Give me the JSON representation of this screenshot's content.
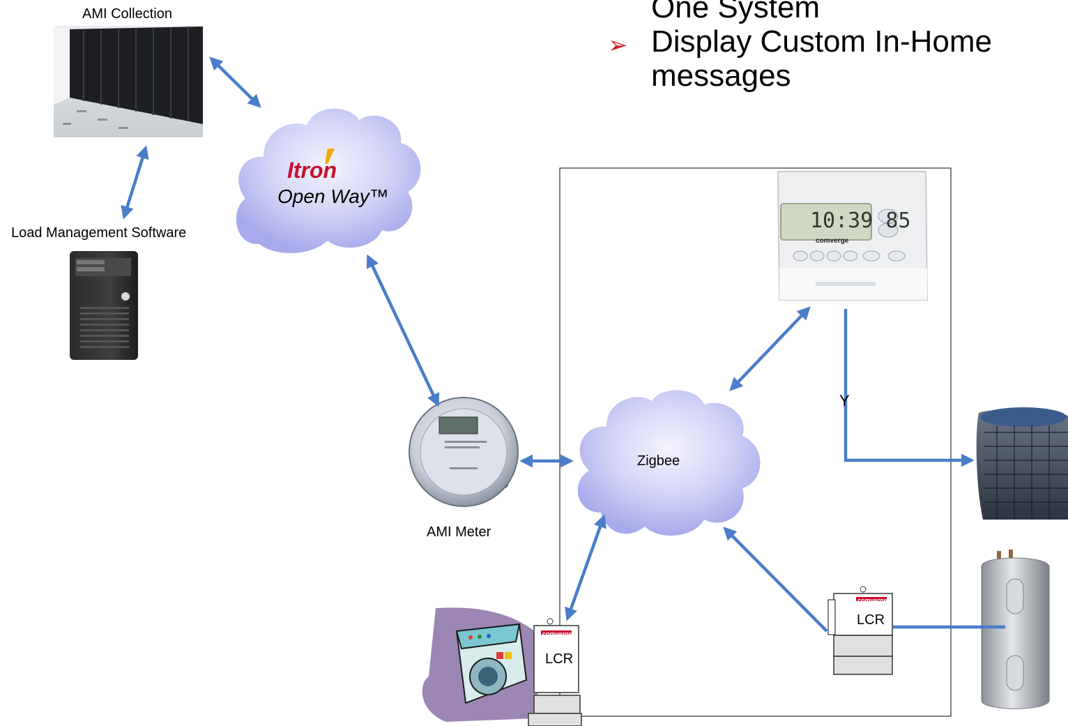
{
  "bullets": [
    {
      "marker": "",
      "text": "One System"
    },
    {
      "marker": "➢",
      "text": "Display Custom In-Home messages"
    }
  ],
  "labels": {
    "ami_collection": "AMI Collection",
    "load_management": "Load Management Software",
    "network_brand": "Itron",
    "network_name": "Open Way™",
    "ami_meter": "AMI Meter",
    "home_network": "Zigbee",
    "signal_line": "Y",
    "lcr_washer": "LCR",
    "lcr_heater": "LCR",
    "device_brand": "comverge",
    "thermostat_display": "10:39 85"
  },
  "colors": {
    "arrow": "#4a7cc9",
    "cloud": "#b3b6f0",
    "itron_red": "#c8102e",
    "bullet_marker": "#cc1f1f"
  },
  "icons": [
    "server-room-photo",
    "server-tower-icon",
    "cloud-icon",
    "electric-meter-icon",
    "thermostat-icon",
    "ac-unit-icon",
    "water-heater-icon",
    "washer-icon",
    "lcr-switch-icon"
  ]
}
